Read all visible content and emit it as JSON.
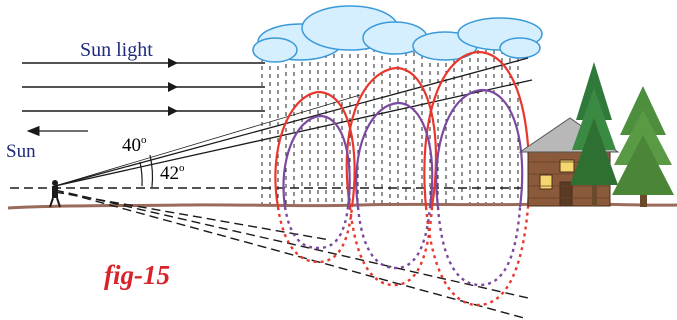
{
  "labels": {
    "sun_light": "Sun light",
    "sun": "Sun",
    "angle_40": "40",
    "angle_42": "42",
    "degree_symbol": "o",
    "figure_caption": "fig-15"
  },
  "colors": {
    "red_arc": "#e8372c",
    "violet_arc": "#7b4aa0",
    "ground": "#9a6a5a",
    "cloud": "#d6efff",
    "cloud_stroke": "#3a9ad9",
    "caption": "#d9232b",
    "text": "#1f2a7a"
  }
}
